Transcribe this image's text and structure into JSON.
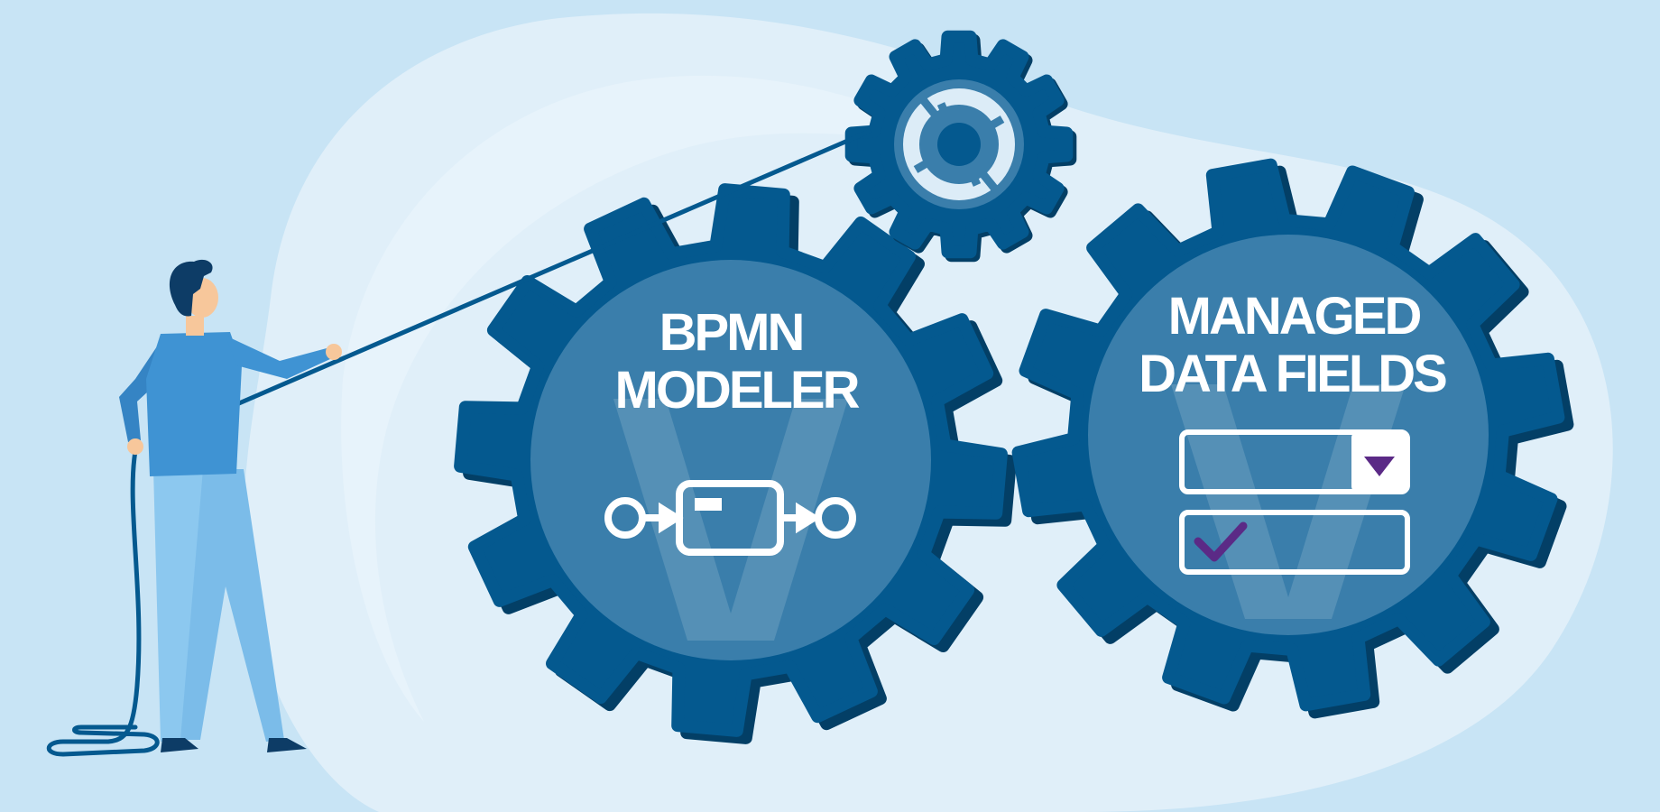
{
  "colors": {
    "background": "#c8e4f5",
    "blob": "#e0eff9",
    "gear": "#04598f",
    "gear_shadow": "#033f66",
    "gear_inner": "#3a7eab",
    "white": "#ffffff",
    "accent_purple": "#5b2a86",
    "person_shirt": "#3f93d3",
    "person_pants": "#7bbce9",
    "person_hair": "#0d3c66",
    "person_skin": "#f7c79b"
  },
  "gears": {
    "left": {
      "line1": "BPMN",
      "line2": "MODELER",
      "icon": "bpmn-process-icon"
    },
    "right": {
      "line1": "MANAGED",
      "line2": "DATA FIELDS",
      "icons": [
        "dropdown-field-icon",
        "checkbox-field-icon"
      ]
    },
    "small": {
      "icon": "small-gear-icon"
    }
  },
  "illustration": {
    "figure": "person-pulling-rope",
    "watermark": "v-logo-watermark"
  }
}
